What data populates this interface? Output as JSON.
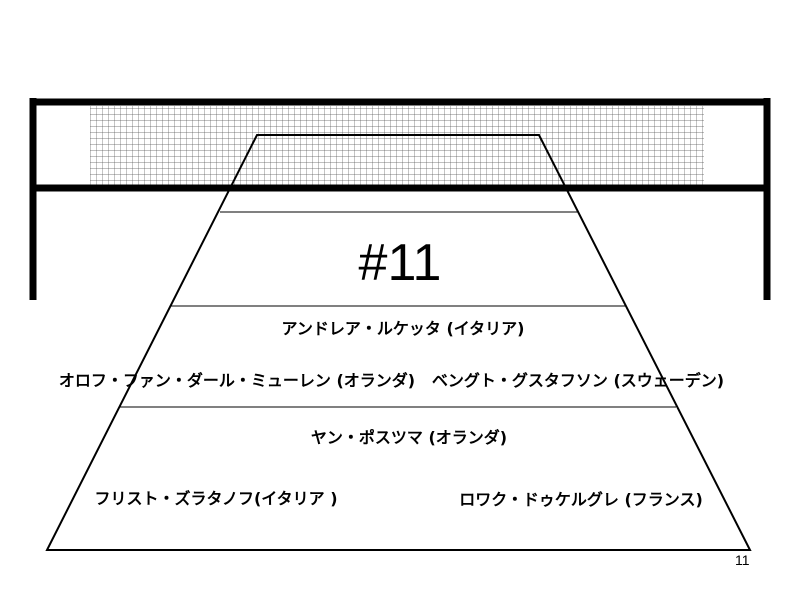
{
  "slide": {
    "title": "#11",
    "page_number": "11"
  },
  "players": [
    {
      "name": "アンドレア・ルケッタ (イタリア)"
    },
    {
      "name": "オロフ・ファン・ダール・ミューレン (オランダ)"
    },
    {
      "name": "ベングト・グスタフソン (スウェーデン)"
    },
    {
      "name": "ヤン・ポスツマ (オランダ)"
    },
    {
      "name": "フリスト・ズラタノフ(イタリア )"
    },
    {
      "name": "ロワク・ドゥケルグレ (フランス)"
    }
  ]
}
